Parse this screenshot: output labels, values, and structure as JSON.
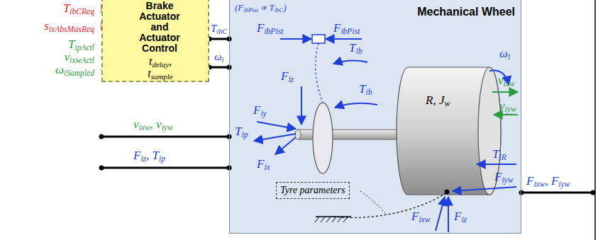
{
  "diagram": {
    "nodes": [
      {
        "text": [
          "Brake Actuator and Actuator Control",
          "tdelay, tsample"
        ]
      },
      {
        "text": [
          "Mechanical Wheel"
        ]
      },
      {
        "text": [
          "Tyre parameters"
        ],
        "in": 1
      }
    ],
    "edges": [
      {
        "from": 0,
        "to": 1,
        "arrow": "none",
        "label": "TibC"
      },
      {
        "from": 1,
        "to": 0,
        "arrow": "none",
        "label": "ωi"
      }
    ],
    "labels": [
      "TibCReq",
      "sixAbsMaxReq",
      "TipActl",
      "vixwActl",
      "ωiSampled",
      "vixw, viyw",
      "Fiz, Tip",
      "(FibPist ∝ TibC)",
      "FibPist",
      "FibPist",
      "Tib",
      "Fiz",
      "Tib",
      "Fiy",
      "Tip",
      "Fix",
      "R, Jw",
      "ωi",
      "vixw",
      "viyw",
      "TiR",
      "Fiyw",
      "Fixw",
      "Fiz",
      "Fixw, Fiyw"
    ]
  }
}
